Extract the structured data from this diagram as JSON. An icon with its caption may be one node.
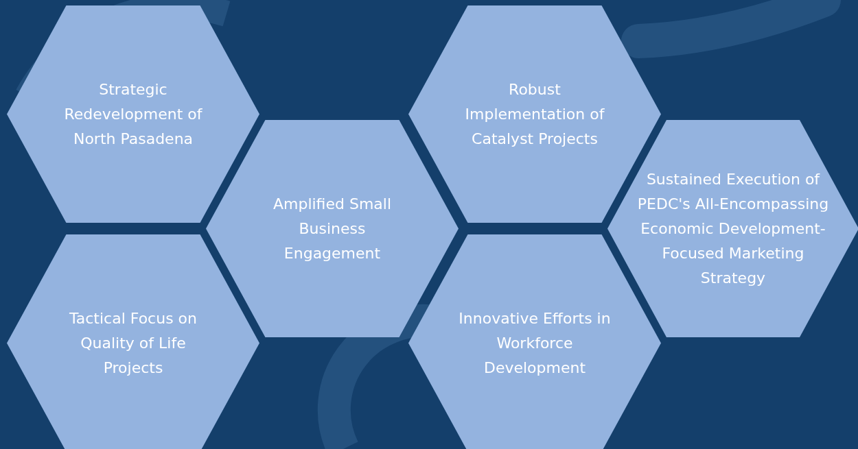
{
  "diagram": {
    "nodes": [
      {
        "text": [
          "Strategic Redevelopment of North Pasadena"
        ]
      },
      {
        "text": [
          "Robust Implementation of Catalyst Projects"
        ]
      },
      {
        "text": [
          "Amplified Small Business Engagement"
        ]
      },
      {
        "text": [
          "Sustained Execution of PEDC's All-Encompassing Economic Development-Focused Marketing Strategy"
        ]
      },
      {
        "text": [
          "Tactical Focus on Quality of Life Projects"
        ]
      },
      {
        "text": [
          "Innovative Efforts in Workforce Development"
        ]
      }
    ]
  }
}
